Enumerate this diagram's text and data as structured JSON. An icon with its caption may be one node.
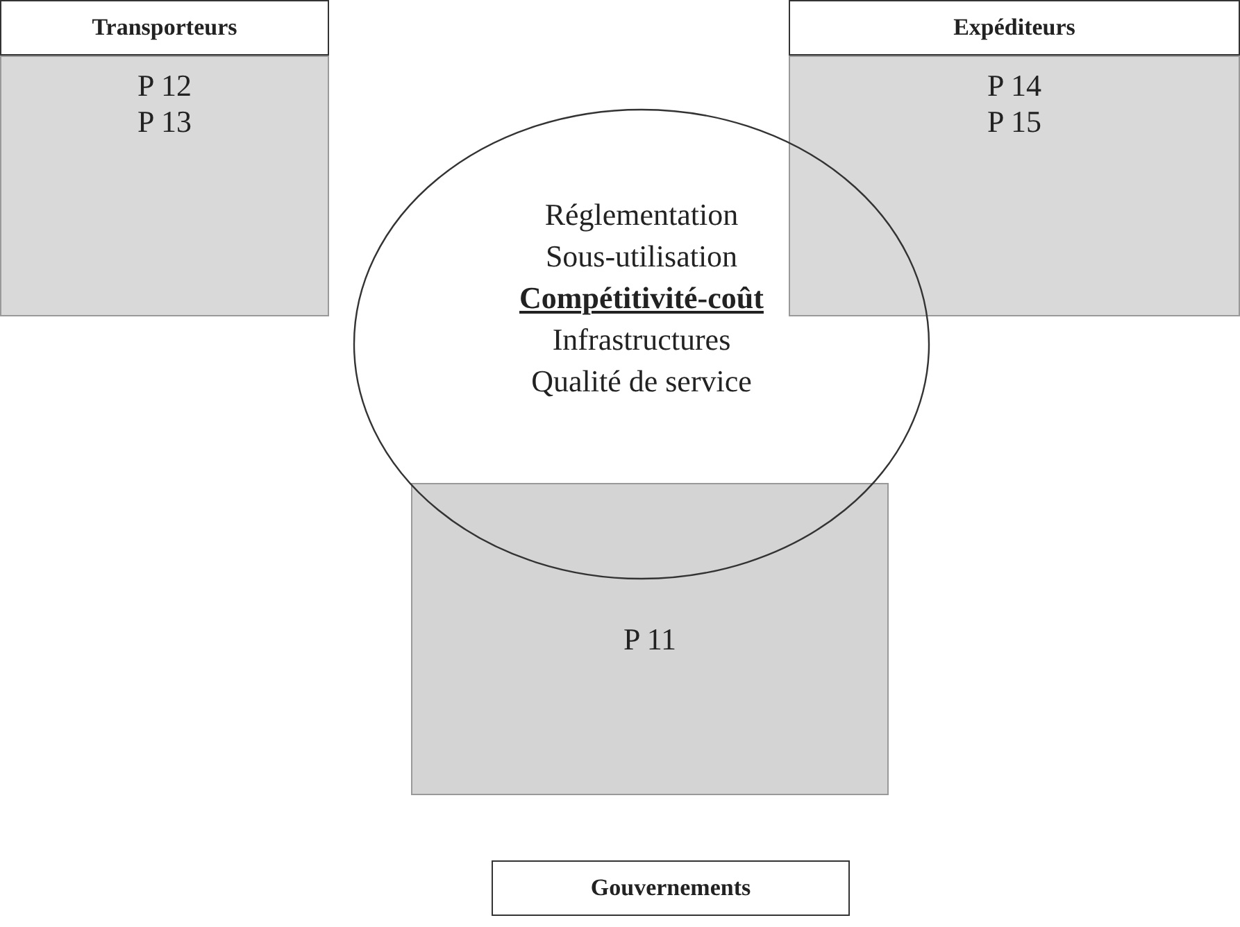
{
  "diagram": {
    "nodes": [
      {
        "text": [
          "Transporteurs",
          "P 12 P 13"
        ]
      },
      {
        "text": [
          "Expéditeurs",
          "P 14 P 15"
        ]
      },
      {
        "text": [
          "Réglementation",
          "Sous-utilisation",
          "Compétitivité-coût",
          "Infrastructures",
          "Qualité de service"
        ]
      },
      {
        "text": [
          "P 11"
        ]
      },
      {
        "text": [
          "Gouvernements"
        ]
      }
    ]
  }
}
